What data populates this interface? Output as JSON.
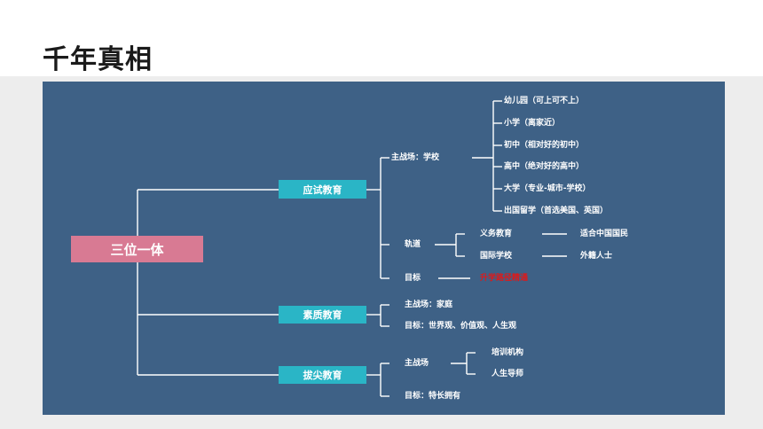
{
  "title": "千年真相",
  "root": "三位一体",
  "branches": {
    "exam": {
      "label": "应试教育",
      "main": "主战场：学校",
      "schools": [
        "幼儿园（可上可不上）",
        "小学（离家近）",
        "初中（相对好的初中）",
        "高中（绝对好的高中）",
        "大学（专业-城市-学校）",
        "出国留学（首选美国、英国）"
      ],
      "path": "轨道",
      "tracks": [
        {
          "name": "义务教育",
          "fit": "适合中国国民"
        },
        {
          "name": "国际学校",
          "fit": "外籍人士"
        }
      ],
      "goal": "目标",
      "goal_value": "升学路径精通"
    },
    "quality": {
      "label": "素质教育",
      "main": "主战场：家庭",
      "goal": "目标：世界观、价值观、人生观"
    },
    "elite": {
      "label": "拔尖教育",
      "main": "主战场",
      "subs": [
        "培训机构",
        "人生导师"
      ],
      "goal": "目标：特长拥有"
    }
  }
}
